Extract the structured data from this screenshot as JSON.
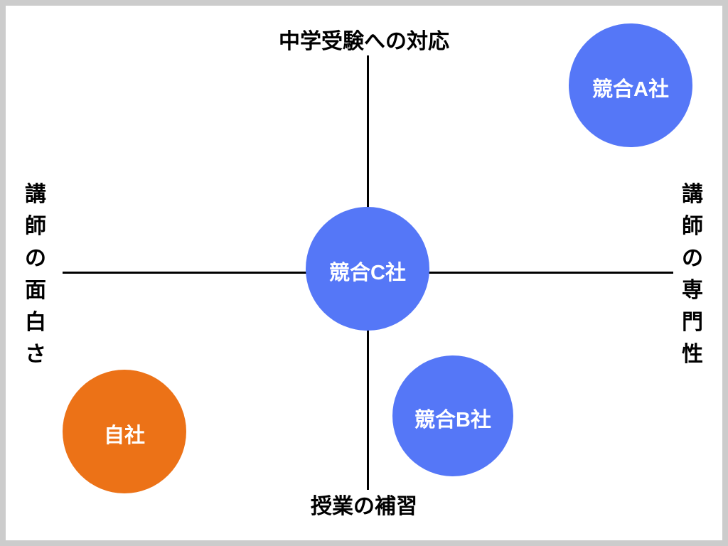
{
  "slide": {
    "background_color": "#cccccc",
    "canvas_color": "#ffffff"
  },
  "axes": {
    "color": "#000000",
    "top_label": "中学受験への対応",
    "bottom_label": "授業の補習",
    "left_label": "講師の面白さ",
    "left_label_chars": [
      "講",
      "師",
      "の",
      "面",
      "白",
      "さ"
    ],
    "right_label": "講師の専門性",
    "right_label_chars": [
      "講",
      "師",
      "の",
      "専",
      "門",
      "性"
    ]
  },
  "chart_data": {
    "type": "scatter",
    "title": "",
    "xlabel": "講師の面白さ ⇔ 講師の専門性",
    "ylabel": "授業の補習 ⇔ 中学受験への対応",
    "axis_labels": {
      "top": "中学受験への対応",
      "bottom": "授業の補習",
      "left": "講師の面白さ",
      "right": "講師の専門性"
    },
    "grid": false,
    "legend": "none",
    "xlim": [
      -1,
      1
    ],
    "ylim": [
      -1,
      1
    ],
    "points": [
      {
        "name": "競合A社",
        "label": "競合A社",
        "x": 0.86,
        "y": 0.85,
        "color": "#5577f7",
        "px": {
          "cx": 887,
          "cy": 120,
          "r": 87
        }
      },
      {
        "name": "競合C社",
        "label": "競合C社",
        "x": 0.0,
        "y": 0.0,
        "color": "#5577f7",
        "px": {
          "cx": 517,
          "cy": 378,
          "r": 87
        }
      },
      {
        "name": "競合B社",
        "label": "競合B社",
        "x": 0.28,
        "y": -0.68,
        "color": "#5577f7",
        "px": {
          "cx": 637,
          "cy": 585,
          "r": 85
        }
      },
      {
        "name": "自社",
        "label": "自社",
        "x": -0.8,
        "y": -0.75,
        "color": "#ec7217",
        "px": {
          "cx": 175,
          "cy": 607,
          "r": 87
        }
      }
    ]
  },
  "bubbles": {
    "competitor_a": {
      "label": "競合A社"
    },
    "competitor_c": {
      "label": "競合C社"
    },
    "competitor_b": {
      "label": "競合B社"
    },
    "own_company": {
      "label": "自社"
    }
  }
}
